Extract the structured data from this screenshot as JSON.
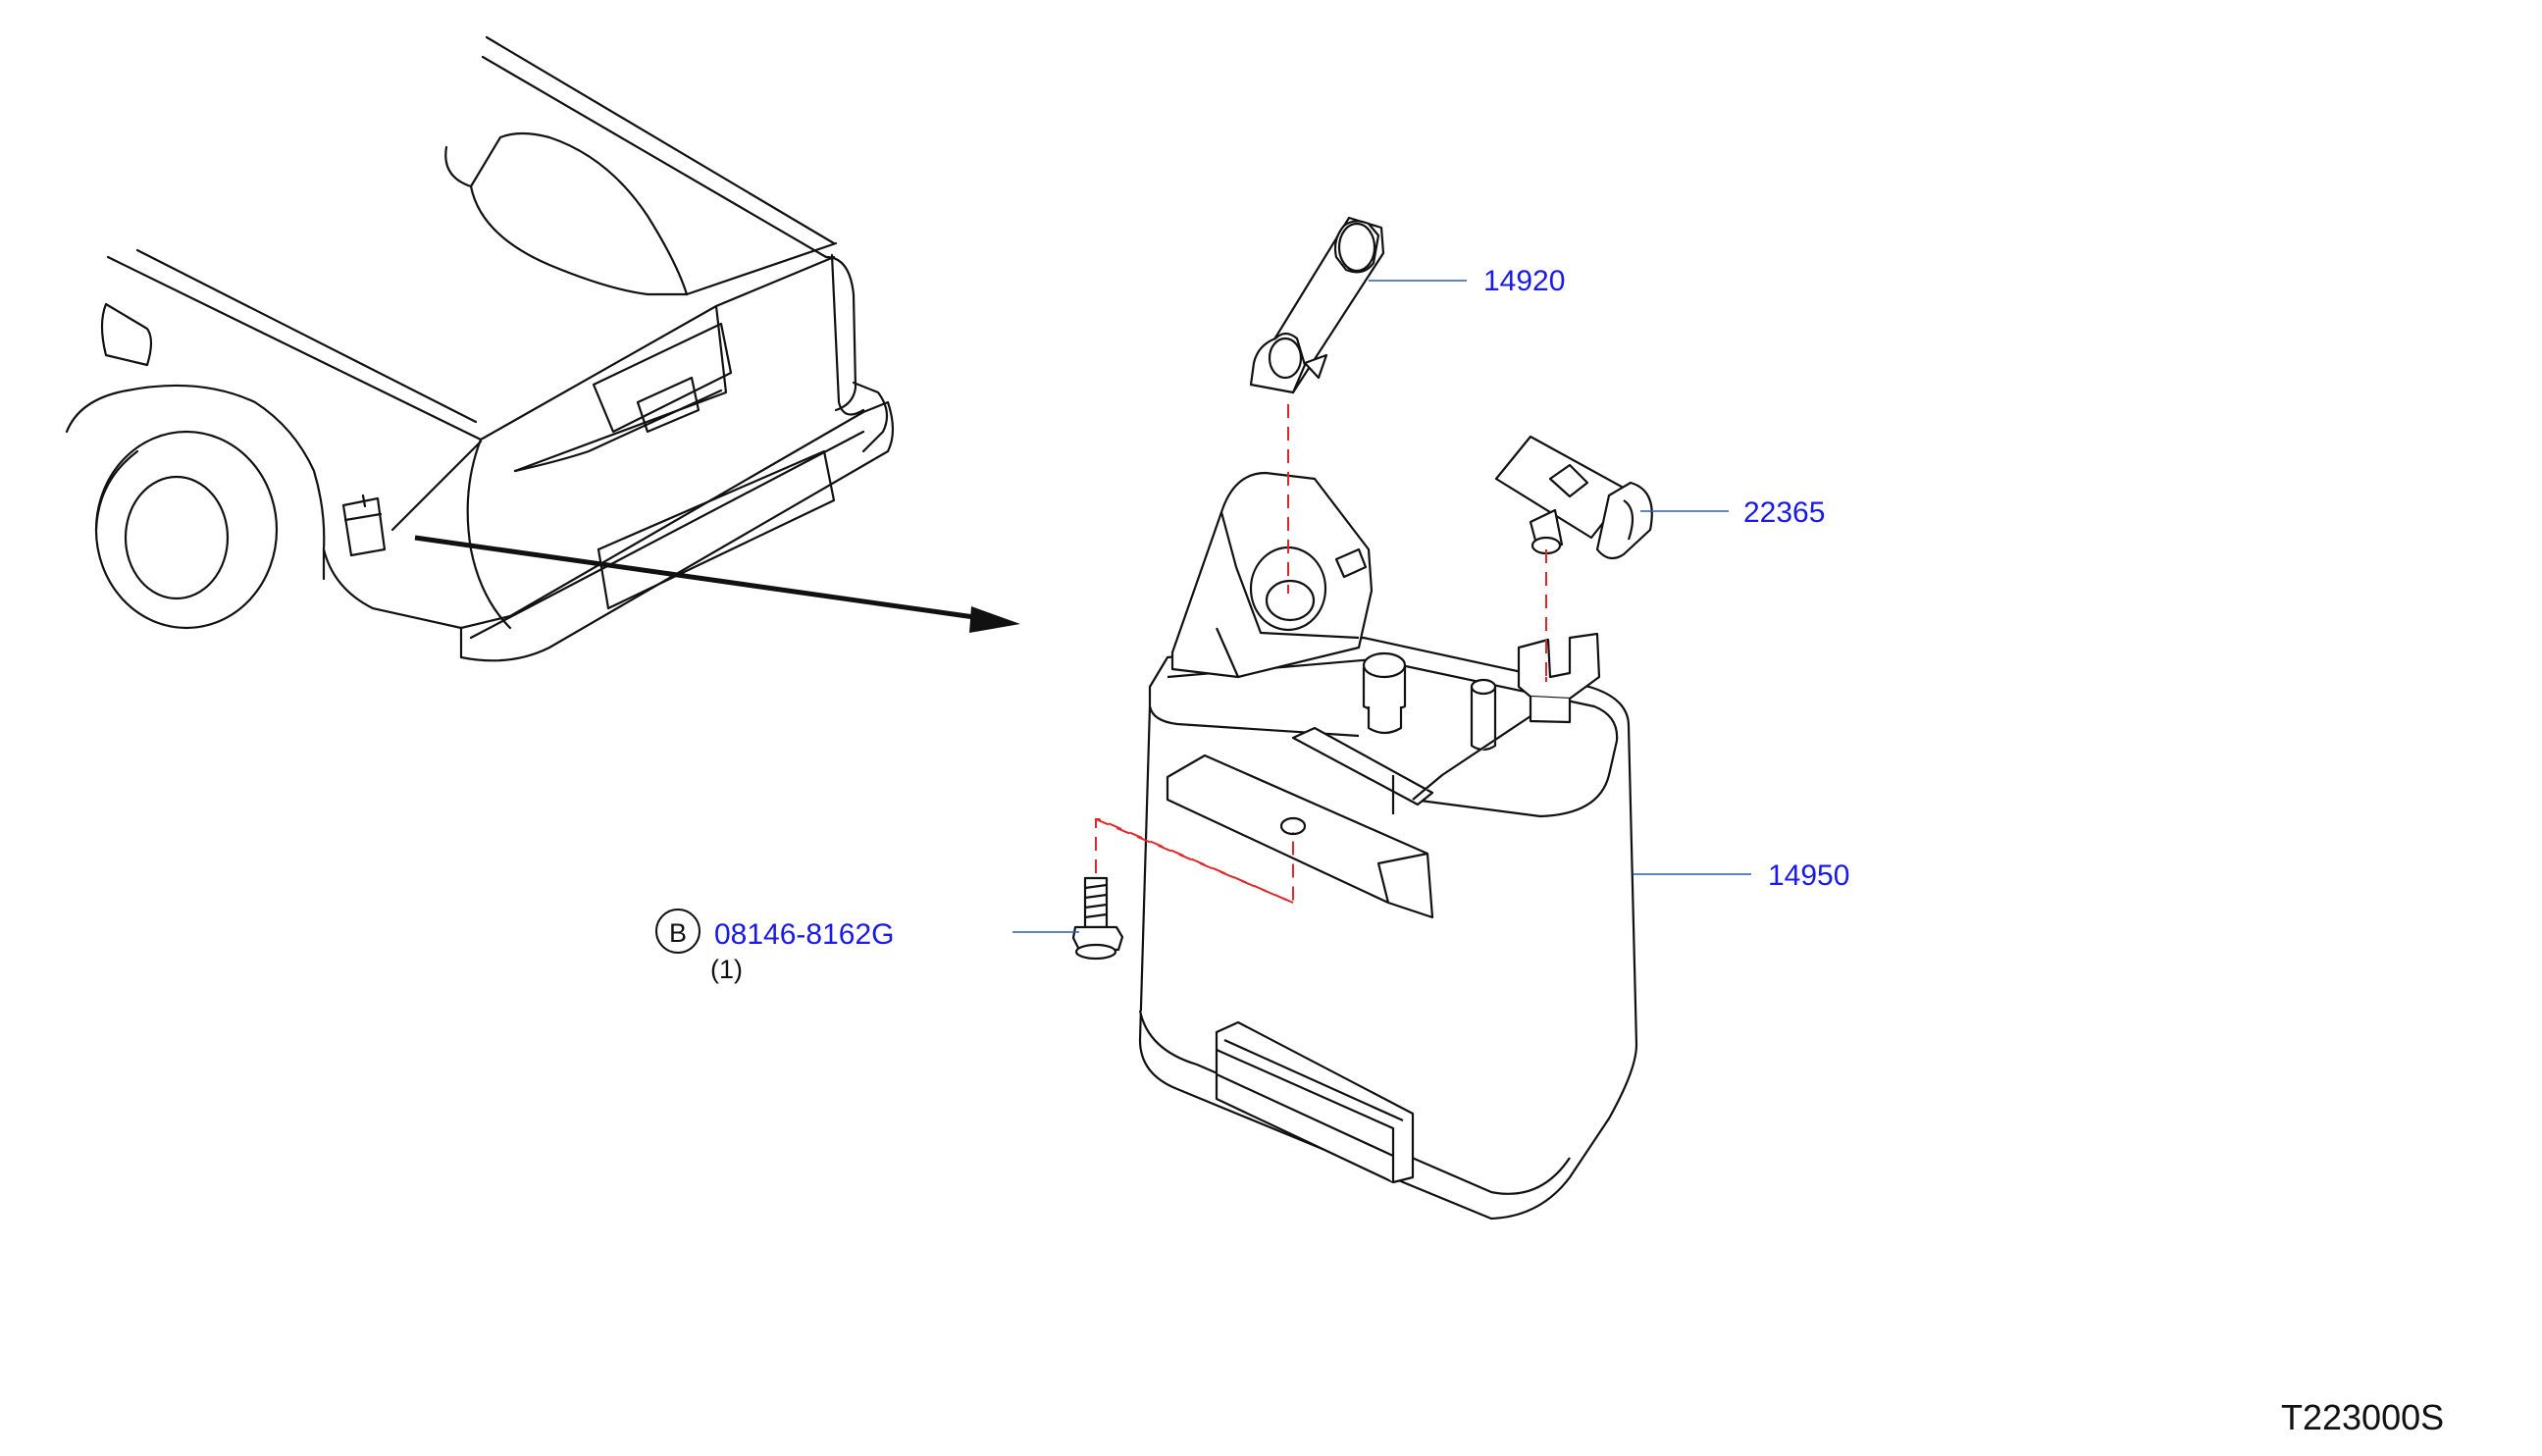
{
  "parts": [
    {
      "id": "p14920",
      "number": "14920",
      "color": "#1a1ae6"
    },
    {
      "id": "p22365",
      "number": "22365",
      "color": "#1a1ae6"
    },
    {
      "id": "p14950",
      "number": "14950",
      "color": "#1a1ae6"
    },
    {
      "id": "pbolt",
      "number": "08146-8162G",
      "color": "#1a1ae6",
      "badge": "B",
      "quantity": "(1)"
    }
  ],
  "figure_code": "T223000S",
  "colors": {
    "line": "#111111",
    "callout": "#1a1ae6",
    "leader": "#2a5fa8",
    "guide_dash": "#e0282a"
  }
}
